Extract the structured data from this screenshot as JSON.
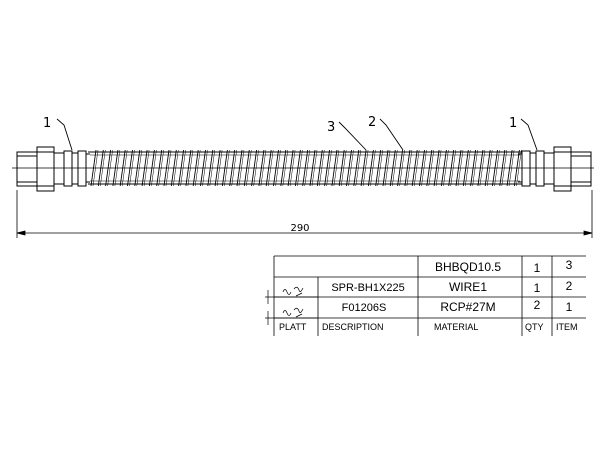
{
  "callouts": {
    "left_fitting": "1",
    "spring_guard": "3",
    "hose": "2",
    "right_fitting": "1"
  },
  "dimension": {
    "overall_length": "290"
  },
  "bom": {
    "headers": {
      "platt": "PLATT",
      "description": "DESCRIPTION",
      "material": "MATERIAL",
      "qty": "QTY",
      "item": "ITEM"
    },
    "rows": [
      {
        "description": "",
        "material": "BHBQD10.5",
        "qty": "1",
        "item": "3"
      },
      {
        "description": "SPR-BH1X225",
        "material": "WIRE1",
        "qty": "1",
        "item": "2"
      },
      {
        "description": "F01206S",
        "material": "RCP#27M",
        "qty": "2",
        "item": "1"
      }
    ]
  },
  "colors": {
    "line": "#000000",
    "background": "#ffffff"
  }
}
